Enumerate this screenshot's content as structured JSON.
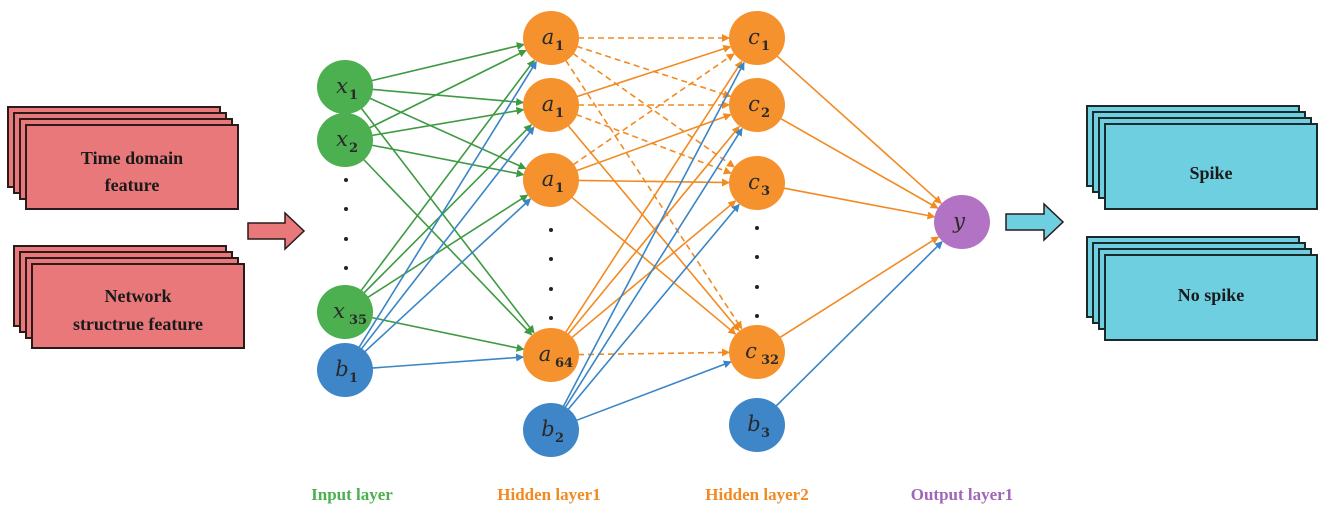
{
  "inputs": {
    "box1_line1": "Time domain",
    "box1_line2": "feature",
    "box2_line1": "Network",
    "box2_line2": "structrue feature"
  },
  "outputs": {
    "box1": "Spike",
    "box2": "No spike"
  },
  "nodes": {
    "input": [
      {
        "var": "x",
        "sub": "1"
      },
      {
        "var": "x",
        "sub": "2"
      },
      {
        "var": "x",
        "sub": "35"
      }
    ],
    "bias1": {
      "var": "b",
      "sub": "1"
    },
    "hidden1": [
      {
        "var": "a",
        "sub": "1"
      },
      {
        "var": "a",
        "sub": "1"
      },
      {
        "var": "a",
        "sub": "1"
      },
      {
        "var": "a",
        "sub": "64"
      }
    ],
    "bias2": {
      "var": "b",
      "sub": "2"
    },
    "hidden2": [
      {
        "var": "c",
        "sub": "1"
      },
      {
        "var": "c",
        "sub": "2"
      },
      {
        "var": "c",
        "sub": "3"
      },
      {
        "var": "c",
        "sub": "32"
      }
    ],
    "bias3": {
      "var": "b",
      "sub": "3"
    },
    "output": {
      "var": "y",
      "sub": ""
    }
  },
  "layer_labels": {
    "input": "Input layer",
    "hidden1": "Hidden layer1",
    "hidden2": "Hidden layer2",
    "output": "Output layer1"
  },
  "colors": {
    "input_box": "#e8787a",
    "input_box_stroke": "#2a1a1a",
    "output_box": "#6dcfe0",
    "green": "#4caf50",
    "green_line": "#3e9a42",
    "blue": "#3f86c8",
    "blue_line": "#3a85c6",
    "orange": "#f5922e",
    "orange_line": "#f28a22",
    "purple": "#b373c4",
    "label_green": "#4caf50",
    "label_orange": "#f28a22",
    "label_purple": "#a066b8"
  }
}
